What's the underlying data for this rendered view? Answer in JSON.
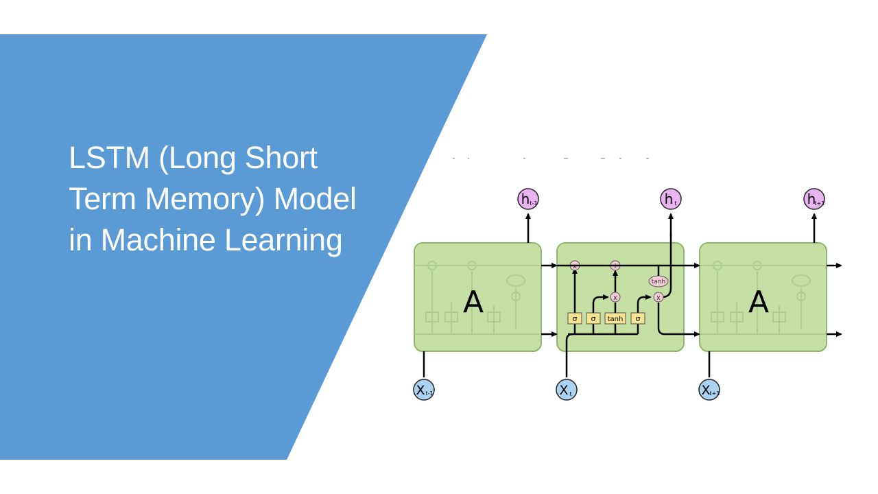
{
  "slide": {
    "title": "LSTM (Long Short Term Memory) Model in Machine Learning",
    "colors": {
      "panel": "#5b9bd5",
      "cell_fill": "#c6e0a3",
      "cell_stroke": "#8fb66a",
      "output_node": "#e8b3f0",
      "input_node": "#a9d3f1",
      "gate_fill": "#f6e394",
      "op_fill": "#f4c9d6",
      "line": "#000000"
    }
  },
  "diagram": {
    "cells": [
      {
        "id": "prev",
        "label": "A",
        "faded": true
      },
      {
        "id": "current",
        "label": "",
        "faded": false
      },
      {
        "id": "next",
        "label": "A",
        "faded": true
      }
    ],
    "outputs": [
      {
        "base": "h",
        "sub": "t-1"
      },
      {
        "base": "h",
        "sub": "t"
      },
      {
        "base": "h",
        "sub": "t+1"
      }
    ],
    "inputs": [
      {
        "base": "X",
        "sub": "t-1"
      },
      {
        "base": "X",
        "sub": "t"
      },
      {
        "base": "X",
        "sub": "t+1"
      }
    ],
    "gates": [
      "σ",
      "σ",
      "tanh",
      "σ"
    ],
    "operators": {
      "forget_mul": "x",
      "cell_add": "+",
      "input_mul": "x",
      "output_tanh": "tanh",
      "output_mul": "x"
    },
    "icons": {
      "arrow": "arrow-head-icon"
    }
  }
}
